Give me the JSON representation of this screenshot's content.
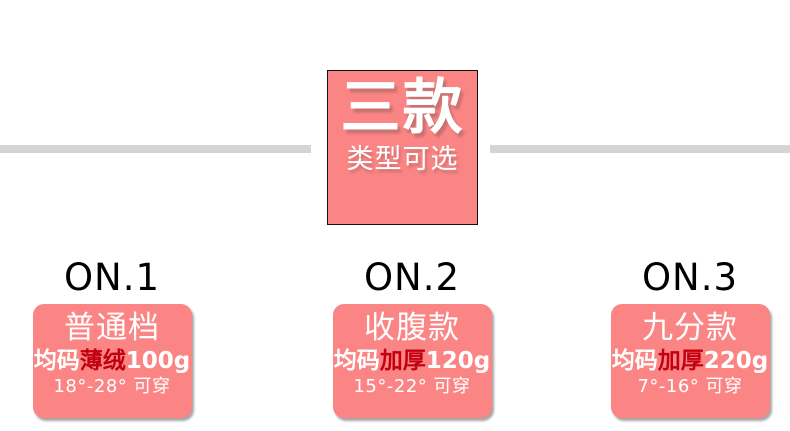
{
  "banner": {
    "title": "三款",
    "subtitle": "类型可选",
    "bg_color": "#fa8584",
    "border_color": "#111111",
    "text_color": "#ffffff"
  },
  "dividers": {
    "color": "#d4d4d4",
    "left_label": "divider-left",
    "right_label": "divider-right"
  },
  "options": [
    {
      "label": "ON.1",
      "title": "普通档",
      "spec_prefix": "均码",
      "spec_highlight": "薄绒",
      "spec_suffix": "100g",
      "temperature": "18°-28° 可穿"
    },
    {
      "label": "ON.2",
      "title": "收腹款",
      "spec_prefix": "均码",
      "spec_highlight": "加厚",
      "spec_suffix": "120g",
      "temperature": "15°-22° 可穿"
    },
    {
      "label": "ON.3",
      "title": "九分款",
      "spec_prefix": "均码",
      "spec_highlight": "加厚",
      "spec_suffix": "220g",
      "temperature": "7°-16° 可穿"
    }
  ],
  "colors": {
    "card_bg": "#fa8584",
    "highlight": "#c20012",
    "label": "#000000",
    "page_bg": "#ffffff"
  }
}
